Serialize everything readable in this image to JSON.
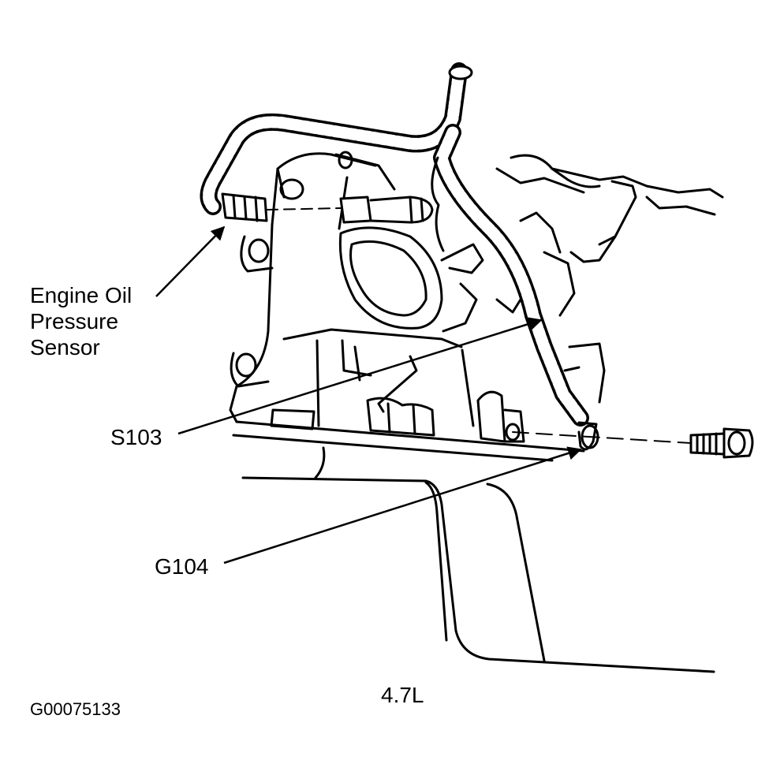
{
  "labels": {
    "sensor_line1": "Engine Oil",
    "sensor_line2": "Pressure",
    "sensor_line3": "Sensor",
    "splice": "S103",
    "ground": "G104",
    "engine": "4.7L",
    "figure_id": "G00075133"
  },
  "colors": {
    "ink": "#000000",
    "paper": "#ffffff"
  },
  "icons": [
    "harness-icon",
    "connector-icon",
    "sensor-icon",
    "bolt-icon",
    "ring-terminal-icon"
  ]
}
